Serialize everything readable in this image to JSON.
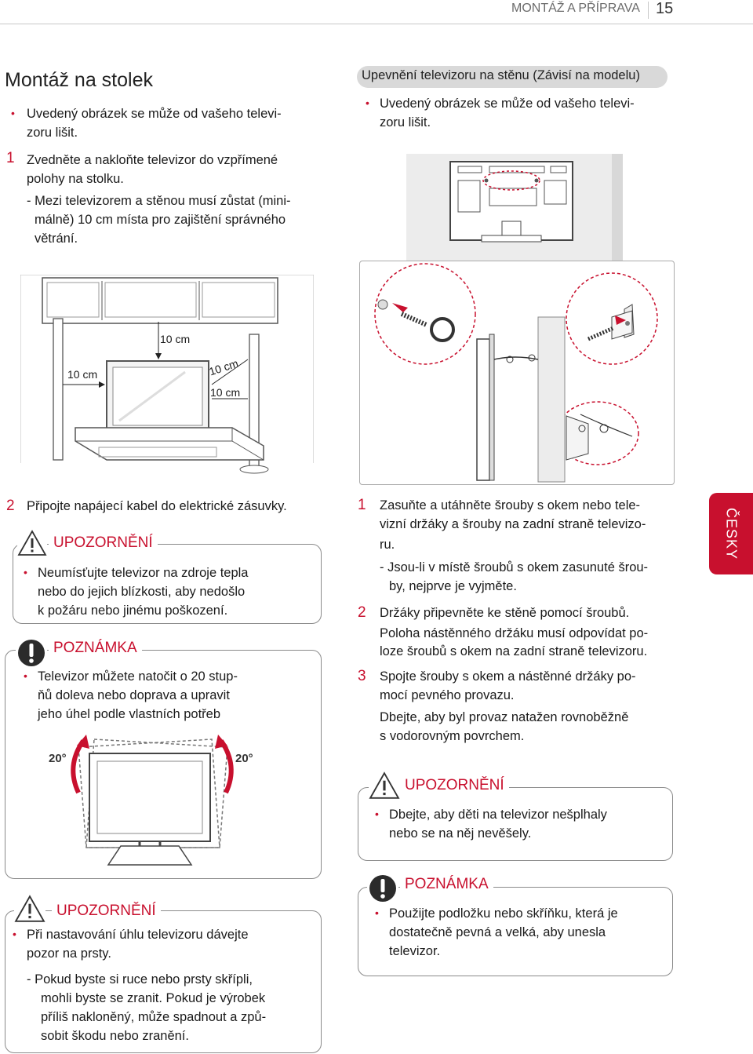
{
  "header": {
    "section": "MONTÁŽ A PŘÍPRAVA",
    "page": "15"
  },
  "lang_tab": "ČESKY",
  "left": {
    "title": "Montáž na stolek",
    "bullet1_line1": "Uvedený obrázek se může od vašeho televi-",
    "bullet1_line2": "zoru lišit.",
    "step1_num": "1",
    "step1_line1": "Zvedněte a nakloňte televizor do vzpřímené",
    "step1_line2": "polohy na stolku.",
    "step1_sub1": "- Mezi televizorem a stěnou musí zůstat (mini-",
    "step1_sub2": "málně) 10 cm místa  pro zajištění správného",
    "step1_sub3": "větrání.",
    "fig_labels": {
      "top": "10 cm",
      "left": "10 cm",
      "right": "10 cm",
      "bottom": "10 cm"
    },
    "step2_num": "2",
    "step2_text": "Připojte napájecí kabel do elektrické zásuvky.",
    "caution1_title": "UPOZORNĚNÍ",
    "caution1_l1": "Neumísťujte televizor na zdroje tepla",
    "caution1_l2": "nebo do jejich blízkosti, aby nedošlo",
    "caution1_l3": "k požáru nebo jinému poškození.",
    "note1_title": "POZNÁMKA",
    "note1_l1": "Televizor můžete natočit o 20 stup-",
    "note1_l2": "ňů doleva nebo doprava a upravit",
    "note1_l3": "jeho úhel podle vlastních potřeb",
    "rot_left": "20°",
    "rot_right": "20°",
    "caution2_title": "UPOZORNĚNÍ",
    "caution2_l1": "Při nastavování úhlu televizoru dávejte",
    "caution2_l2": "pozor na prsty.",
    "caution2_s1": "-  Pokud byste si ruce nebo prsty skřípli,",
    "caution2_s2": "mohli byste se zranit. Pokud je výrobek",
    "caution2_s3": "příliš nakloněný, může spadnout a způ-",
    "caution2_s4": "sobit škodu nebo zranění."
  },
  "right": {
    "pill": "Upevnění televizoru na stěnu (Závisí na modelu)",
    "bullet1_line1": "Uvedený obrázek se může od vašeho televi-",
    "bullet1_line2": "zoru lišit.",
    "s1_num": "1",
    "s1_l1": "Zasuňte a utáhněte šrouby s okem nebo tele-",
    "s1_l2": "vizní držáky a šrouby na zadní straně televizo-",
    "s1_l3": "ru.",
    "s1_sub1": "- Jsou-li v místě šroubů s okem zasunuté šrou-",
    "s1_sub2": "by, nejprve je vyjměte.",
    "s2_num": "2",
    "s2_l1": "Držáky připevněte ke stěně pomocí šroubů.",
    "s2_l2": "Poloha nástěnného držáku musí odpovídat po-",
    "s2_l3": "loze šroubů s okem na zadní straně televizoru.",
    "s3_num": "3",
    "s3_l1": "Spojte šrouby s okem a nástěnné držáky po-",
    "s3_l2": "mocí pevného provazu.",
    "s3_l3": "Dbejte, aby byl provaz natažen rovnoběžně",
    "s3_l4": "s vodorovným povrchem.",
    "caution_title": "UPOZORNĚNÍ",
    "caution_l1": "Dbejte, aby děti na televizor nešplhaly",
    "caution_l2": "nebo se na něj nevěšely.",
    "note_title": "POZNÁMKA",
    "note_l1": "Použijte podložku nebo skříňku, která je",
    "note_l2": "dostatečně pevná a velká, aby unesla",
    "note_l3": "televizor."
  },
  "colors": {
    "accent": "#c8102e",
    "border": "#8a8a8a",
    "pill": "#d9d9d9"
  }
}
